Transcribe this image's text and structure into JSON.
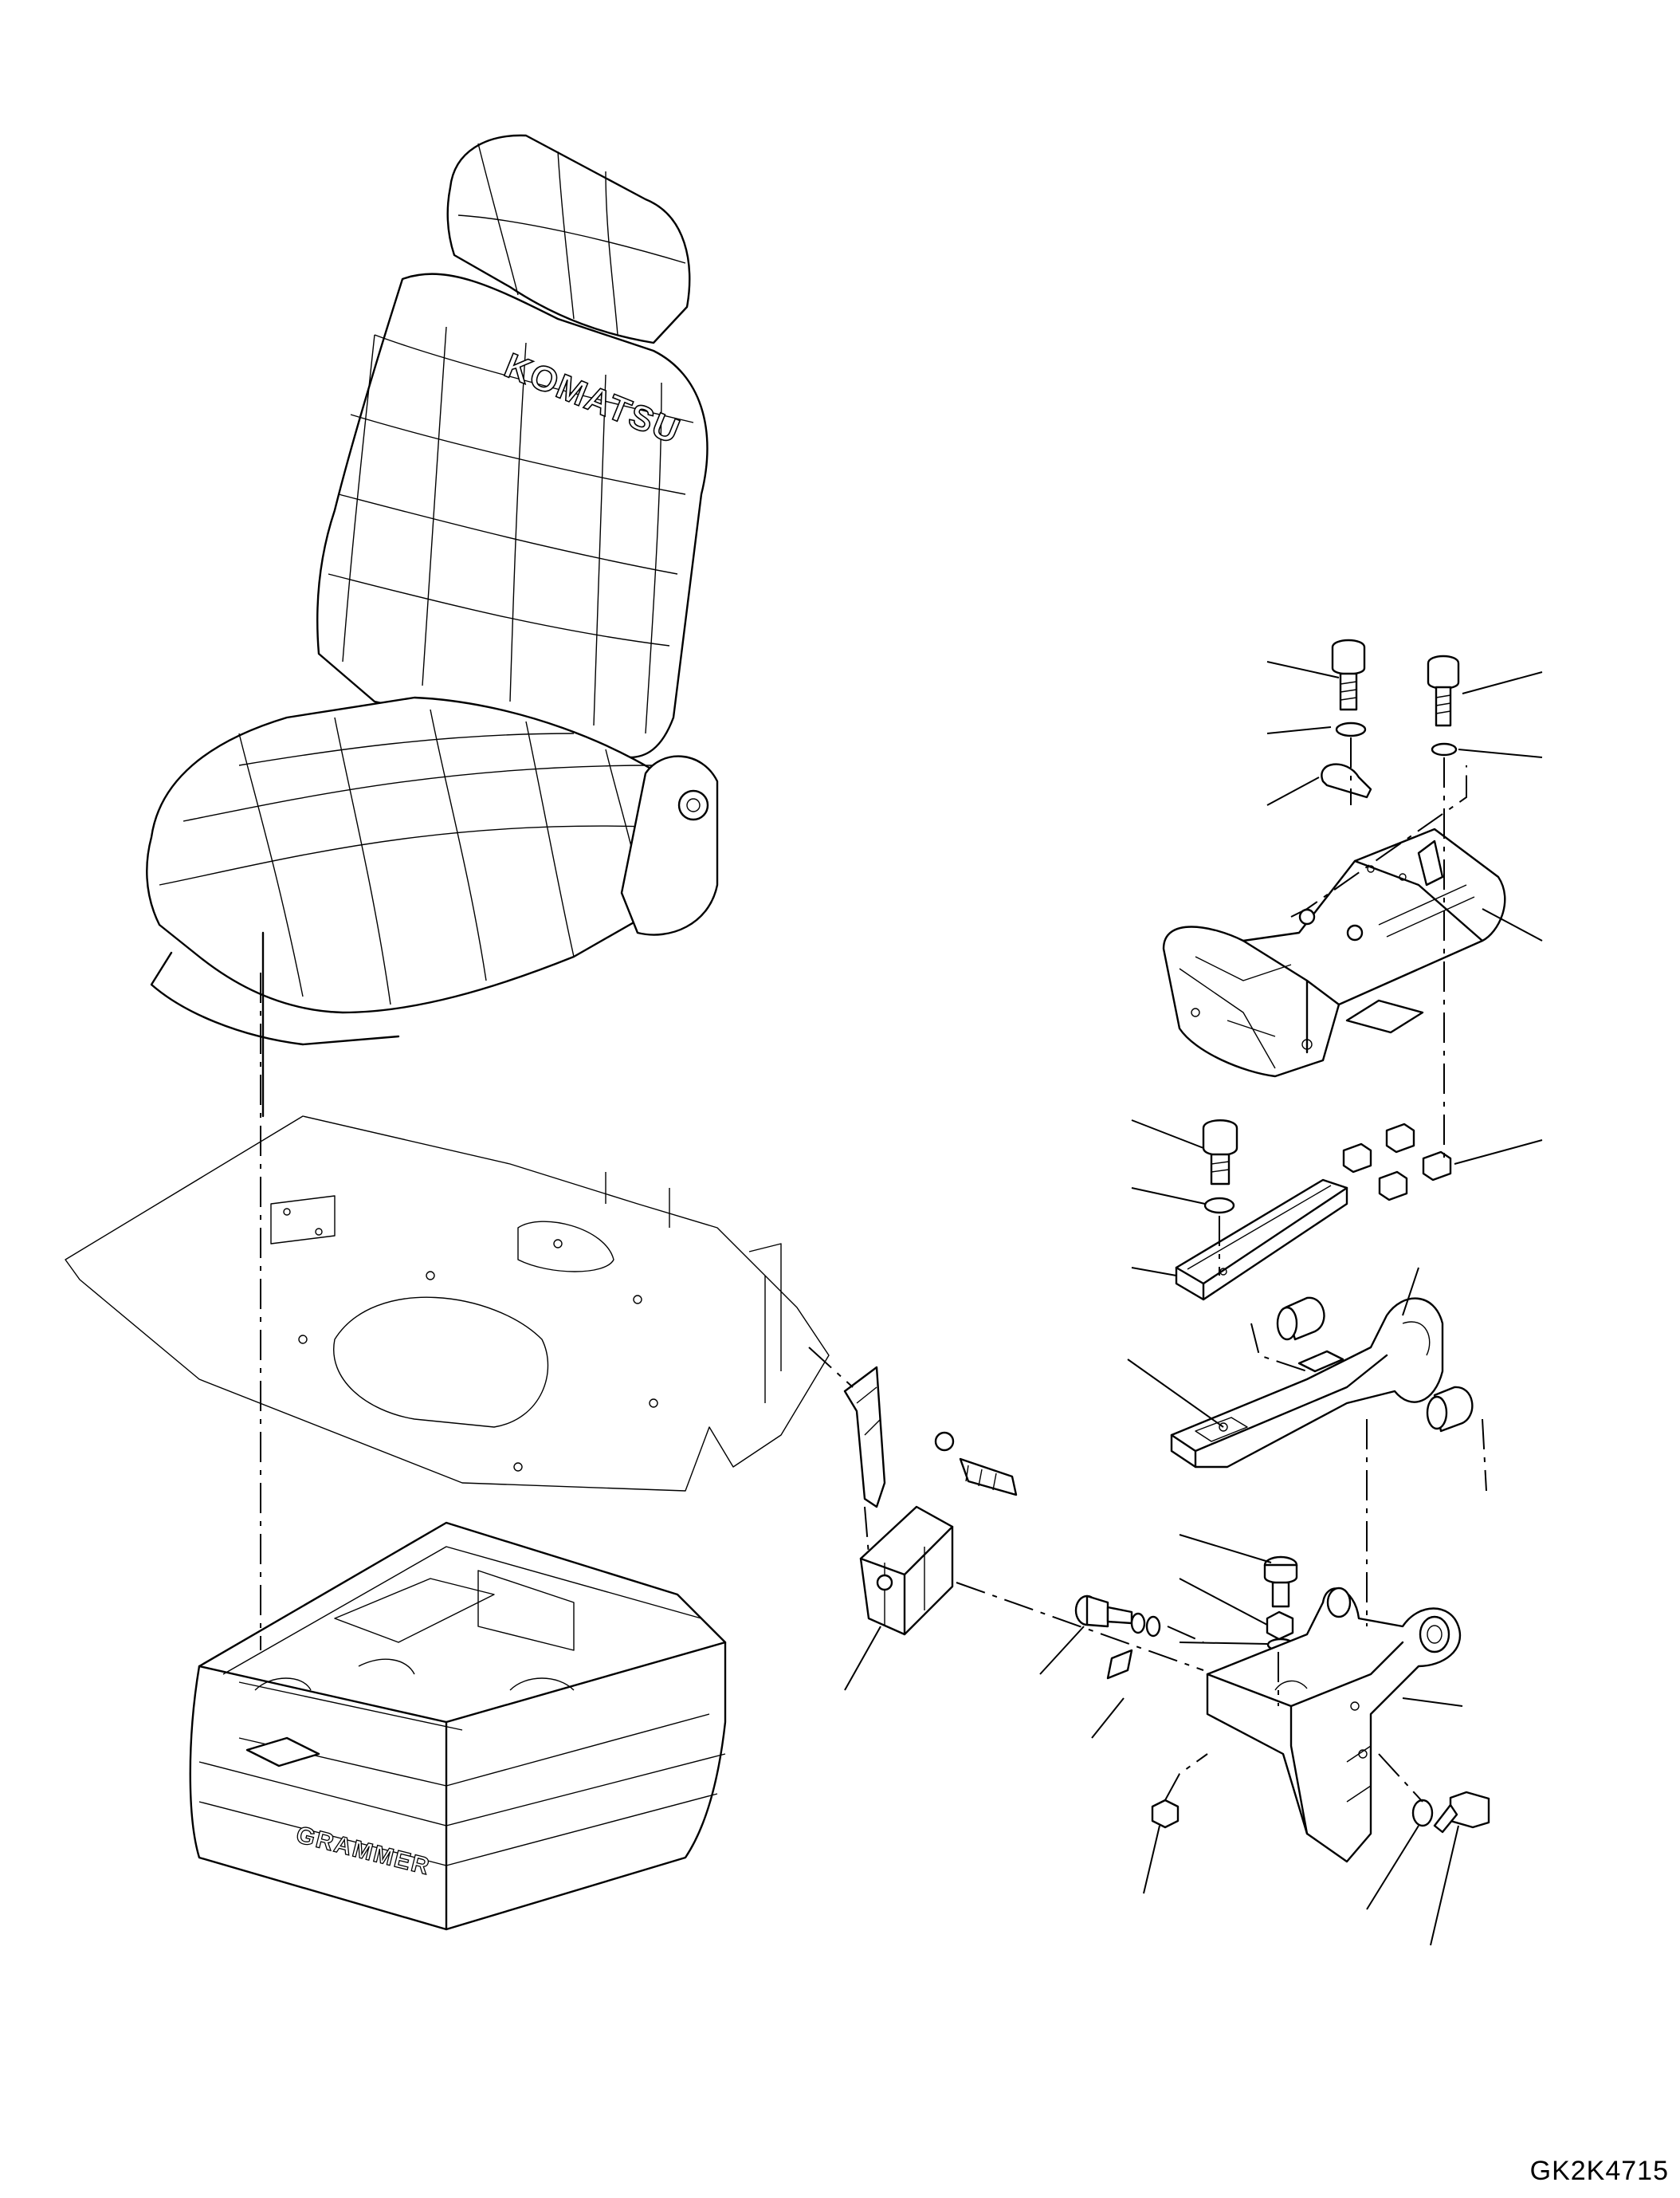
{
  "drawing": {
    "code": "GK2K4715",
    "seat_brand_text": "KOMATSU",
    "suspension_brand_text": "GRAMMER"
  },
  "parts": [
    {
      "id": "seat-assembly"
    },
    {
      "id": "seat-mounting-plate"
    },
    {
      "id": "seat-suspension-base"
    },
    {
      "id": "side-bracket"
    },
    {
      "id": "bracket-clamp"
    },
    {
      "id": "console-bracket"
    },
    {
      "id": "slide-rail"
    },
    {
      "id": "armrest-arm"
    },
    {
      "id": "mounting-stand"
    }
  ]
}
